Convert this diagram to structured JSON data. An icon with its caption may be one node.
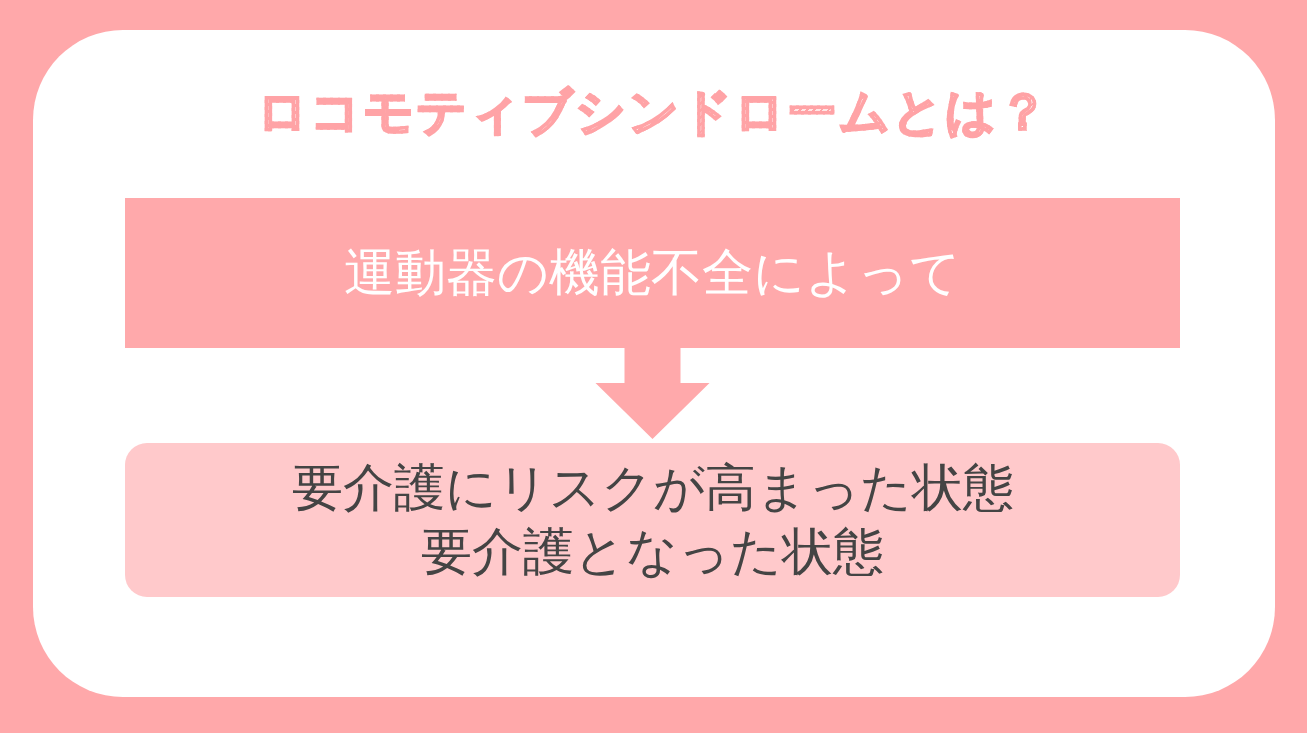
{
  "diagram": {
    "title": "ロコモティブシンドロームとは？",
    "nodes": [
      {
        "text": [
          "運動器の機能不全によって"
        ]
      },
      {
        "text": [
          "要介護にリスクが高まった状態",
          "要介護となった状態"
        ]
      }
    ],
    "edges": [
      {
        "from": 0,
        "to": 1,
        "arrow": "to"
      }
    ]
  }
}
